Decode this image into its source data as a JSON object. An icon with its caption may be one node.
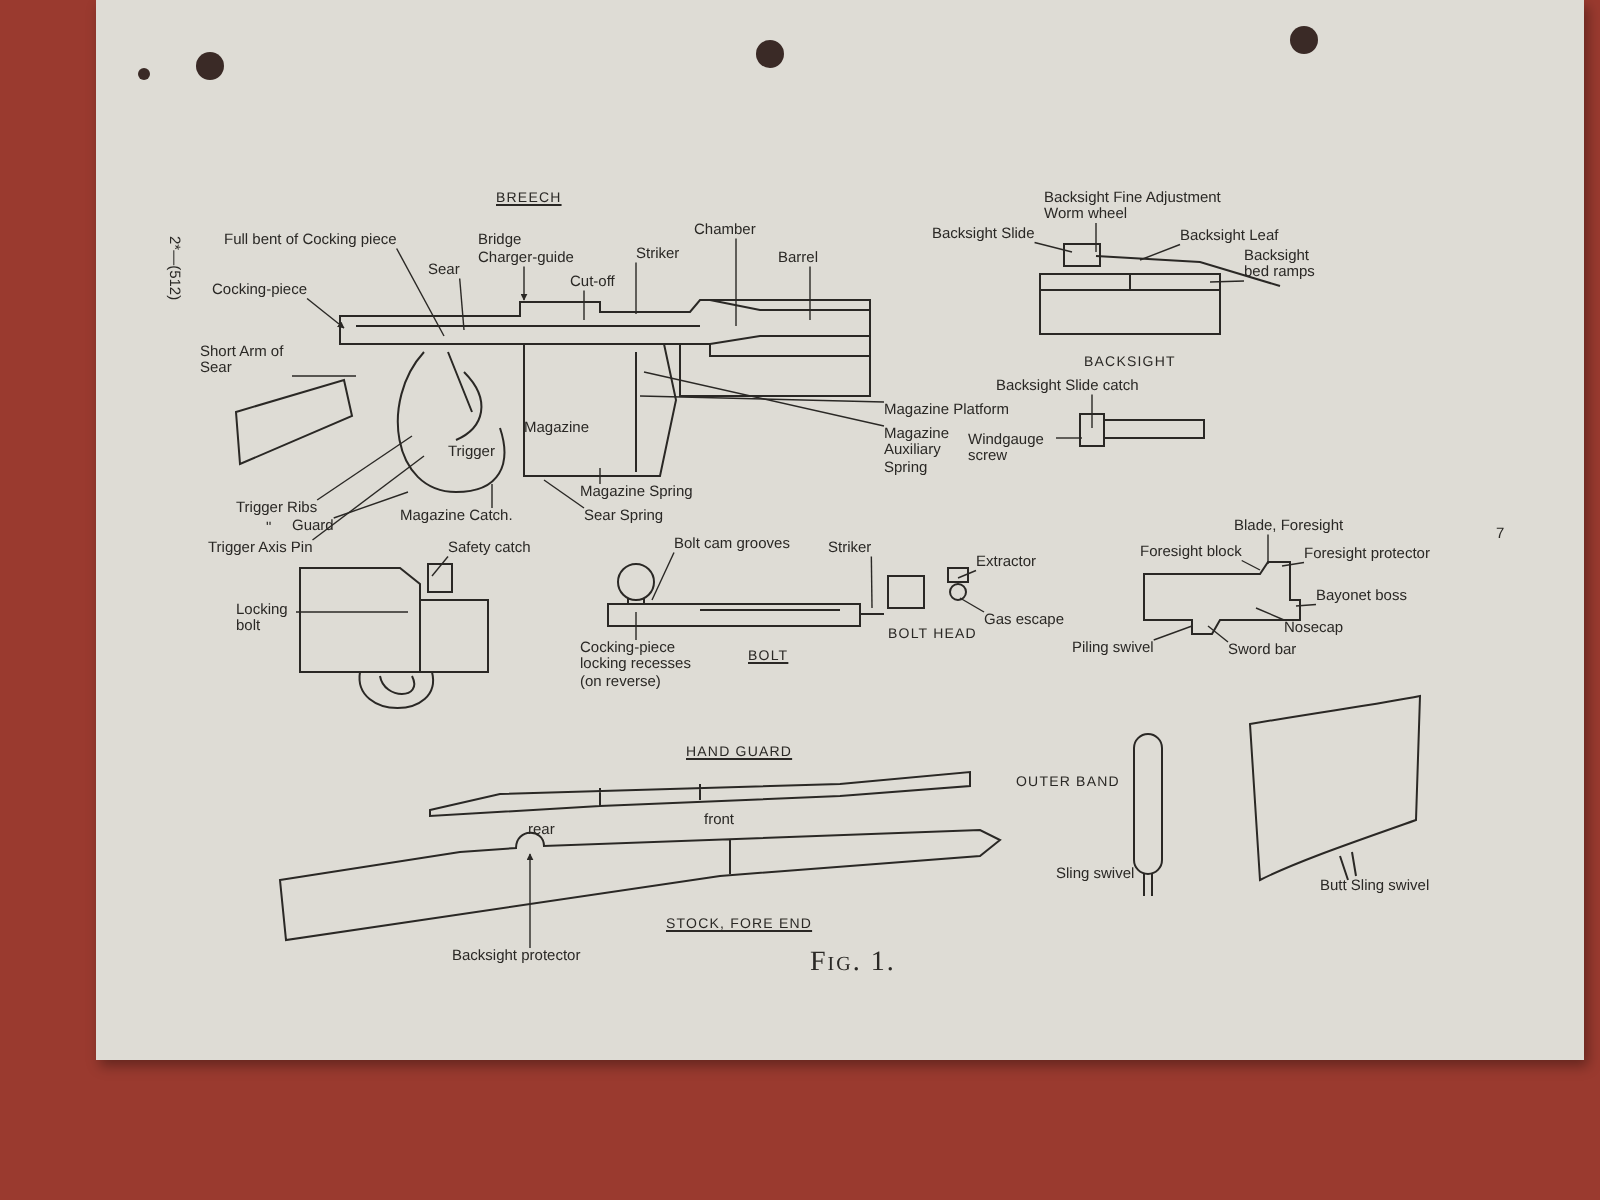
{
  "diagram": {
    "caption": "Fig. 1.",
    "nodes": [
      {
        "text": [
          "Full bent of Cocking piece"
        ]
      },
      {
        "text": [
          "Sear"
        ]
      },
      {
        "text": [
          "Charger-guide"
        ]
      },
      {
        "text": [
          "Cut-off"
        ]
      },
      {
        "text": [
          "Striker"
        ]
      },
      {
        "text": [
          "Chamber"
        ]
      },
      {
        "text": [
          "Barrel"
        ]
      },
      {
        "text": [
          "Cocking-piece"
        ]
      },
      {
        "text": [
          "Short Arm of Sear"
        ]
      },
      {
        "text": [
          "Trigger Ribs"
        ]
      },
      {
        "text": [
          "Guard"
        ]
      },
      {
        "text": [
          "Trigger Axis Pin"
        ]
      },
      {
        "text": [
          "Magazine Catch."
        ]
      },
      {
        "text": [
          "Magazine Spring"
        ]
      },
      {
        "text": [
          "Sear Spring"
        ]
      },
      {
        "text": [
          "Magazine Platform"
        ]
      },
      {
        "text": [
          "Magazine Auxiliary Spring"
        ]
      },
      {
        "text": [
          "Backsight Fine Adjustment Worm wheel"
        ]
      },
      {
        "text": [
          "Backsight Slide"
        ]
      },
      {
        "text": [
          "Backsight Leaf"
        ]
      },
      {
        "text": [
          "Backsight bed ramps"
        ]
      },
      {
        "text": [
          "Backsight Slide catch"
        ]
      },
      {
        "text": [
          "Windgauge screw"
        ]
      },
      {
        "text": [
          "Safety catch"
        ]
      },
      {
        "text": [
          "Locking bolt"
        ]
      },
      {
        "text": [
          "Bolt cam grooves"
        ]
      },
      {
        "text": [
          "Striker"
        ]
      },
      {
        "text": [
          "Cocking-piece locking recesses (on reverse)"
        ]
      },
      {
        "text": [
          "Extractor"
        ]
      },
      {
        "text": [
          "Gas escape"
        ]
      },
      {
        "text": [
          "Blade, Foresight"
        ]
      },
      {
        "text": [
          "Foresight block"
        ]
      },
      {
        "text": [
          "Foresight protector"
        ]
      },
      {
        "text": [
          "Bayonet boss"
        ]
      },
      {
        "text": [
          "Nosecap"
        ]
      },
      {
        "text": [
          "Sword bar"
        ]
      },
      {
        "text": [
          "Piling swivel"
        ]
      },
      {
        "text": [
          "Backsight protector"
        ]
      },
      {
        "text": [],
        "shape": "picture"
      },
      {
        "text": [],
        "shape": "picture"
      },
      {
        "text": [],
        "shape": "picture"
      },
      {
        "text": [],
        "shape": "picture"
      },
      {
        "text": [],
        "shape": "picture"
      },
      {
        "text": [],
        "shape": "picture"
      },
      {
        "text": [],
        "shape": "picture"
      },
      {
        "text": [],
        "shape": "picture"
      }
    ],
    "edges": [
      {
        "from": 0,
        "to": 38,
        "arrow": "none"
      },
      {
        "from": 1,
        "to": 38,
        "arrow": "none"
      },
      {
        "from": 2,
        "to": 38,
        "arrow": "to"
      },
      {
        "from": 3,
        "to": 38,
        "arrow": "none"
      },
      {
        "from": 4,
        "to": 38,
        "arrow": "none"
      },
      {
        "from": 5,
        "to": 38,
        "arrow": "none"
      },
      {
        "from": 6,
        "to": 38,
        "arrow": "none"
      },
      {
        "from": 7,
        "to": 38,
        "arrow": "to"
      },
      {
        "from": 8,
        "to": 38,
        "arrow": "none"
      },
      {
        "from": 9,
        "to": 38,
        "arrow": "none"
      },
      {
        "from": 10,
        "to": 38,
        "arrow": "none"
      },
      {
        "from": 11,
        "to": 38,
        "arrow": "none"
      },
      {
        "from": 12,
        "to": 38,
        "arrow": "none"
      },
      {
        "from": 13,
        "to": 38,
        "arrow": "none"
      },
      {
        "from": 14,
        "to": 38,
        "arrow": "none"
      },
      {
        "from": 15,
        "to": 38,
        "arrow": "none"
      },
      {
        "from": 16,
        "to": 38,
        "arrow": "none"
      },
      {
        "from": 17,
        "to": 39,
        "arrow": "none"
      },
      {
        "from": 18,
        "to": 39,
        "arrow": "none"
      },
      {
        "from": 19,
        "to": 39,
        "arrow": "none"
      },
      {
        "from": 20,
        "to": 39,
        "arrow": "none"
      },
      {
        "from": 21,
        "to": 40,
        "arrow": "none"
      },
      {
        "from": 22,
        "to": 40,
        "arrow": "none"
      },
      {
        "from": 23,
        "to": 41,
        "arrow": "none"
      },
      {
        "from": 24,
        "to": 41,
        "arrow": "none"
      },
      {
        "from": 25,
        "to": 42,
        "arrow": "none"
      },
      {
        "from": 26,
        "to": 42,
        "arrow": "none"
      },
      {
        "from": 27,
        "to": 42,
        "arrow": "none"
      },
      {
        "from": 28,
        "to": 43,
        "arrow": "none"
      },
      {
        "from": 29,
        "to": 43,
        "arrow": "none"
      },
      {
        "from": 30,
        "to": 44,
        "arrow": "none"
      },
      {
        "from": 31,
        "to": 44,
        "arrow": "none"
      },
      {
        "from": 32,
        "to": 44,
        "arrow": "none"
      },
      {
        "from": 33,
        "to": 44,
        "arrow": "none"
      },
      {
        "from": 34,
        "to": 44,
        "arrow": "none"
      },
      {
        "from": 35,
        "to": 44,
        "arrow": "none"
      },
      {
        "from": 36,
        "to": 44,
        "arrow": "none"
      },
      {
        "from": 37,
        "to": 45,
        "arrow": "to"
      }
    ],
    "labels": [
      "BREECH",
      "2*—(512)",
      "Bridge",
      "Trigger",
      "Magazine",
      "\"",
      "BACKSIGHT",
      "7",
      "BOLT",
      "BOLT HEAD",
      "HAND GUARD",
      "rear",
      "front",
      "OUTER BAND",
      "Sling swivel",
      "Butt Sling swivel",
      "STOCK, FORE END"
    ]
  }
}
